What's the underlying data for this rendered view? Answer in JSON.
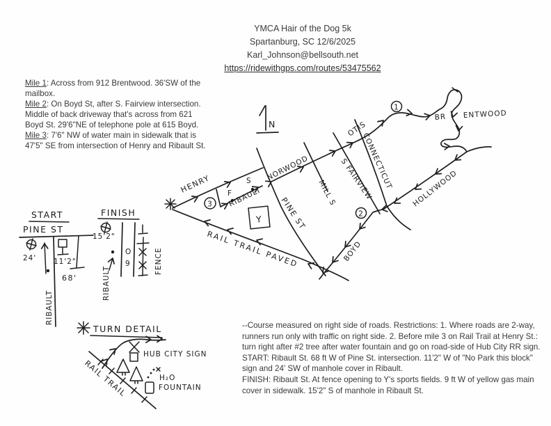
{
  "header": {
    "title": "YMCA Hair of the Dog 5k",
    "location_date": "Spartanburg, SC 12/6/2025",
    "email": "Karl_Johnson@bellsouth.net",
    "url": "https://ridewithgps.com/routes/53475562"
  },
  "mile_notes": [
    {
      "label": "Mile 1",
      "text": ": Across from 912 Brentwood.  36'SW of the mailbox."
    },
    {
      "label": "Mile 2",
      "text": ":  On Boyd St, after S. Fairview intersection. Middle of back driveway that's across from 621 Boyd St.  29'6\"NE of telephone pole at 615 Boyd."
    },
    {
      "label": "Mile 3",
      "text": ":  7'6\" NW of water main in sidewalk that is 47'5\" SE from intersection of Henry and Ribault St."
    }
  ],
  "course_notes": [
    "--Course measured on right side of roads.  Restrictions:  1.  Where roads are 2-way,",
    "runners run only with traffic on right side. 2. Before mile 3 on Rail Trail at Henry St.:",
    "turn right after #2 tree after water fountain and go on road-side of Hub City RR sign.",
    "START:  Ribault St.  68 ft W of Pine St. intersection.  11'2\" W of \"No Park this block\"",
    "sign and 24' SW of manhole cover in Ribault.",
    "FINISH: Ribault St. At fence opening to Y's sports fields.  9 ft W of yellow gas main",
    "cover in sidewalk.  15'2\" S of manhole in Ribault St."
  ],
  "map": {
    "north_label": "N",
    "streets": {
      "henry": "HENRY",
      "norwood": "NORWOOD",
      "otis": "OTIS",
      "brentwood_left": "BR",
      "brentwood_right": "ENTWOOD",
      "connecticut": "CONNECTICUT",
      "s_fairview": "S FAIRVIEW",
      "mill_s": "MILL S",
      "hollywood": "HOLLYWOOD",
      "pine": "PINE ST",
      "ribault": "RIBAULT",
      "boyd": "BOYD",
      "rail_trail": "RAIL TRAIL PAVED"
    },
    "markers": {
      "mile1": "1",
      "mile2": "2",
      "mile3": "3",
      "start": "S",
      "finish": "F",
      "ymca": "Y"
    }
  },
  "start_detail": {
    "title": "START",
    "street": "PINE ST",
    "manhole_dist": "24'",
    "sign_dist": "11'2\"",
    "total_dist": "68'",
    "cross_street": "RIBAULT"
  },
  "finish_detail": {
    "title": "FINISH",
    "manhole_dist": "15'2\"",
    "cross_street": "RIBAULT",
    "gas_main": "O",
    "gas_dist": "9",
    "fence_label": "FENCE"
  },
  "turn_detail": {
    "title": "TURN DETAIL",
    "trail_label": "RAIL TRAIL",
    "sign_label": "HUB CITY SIGN",
    "fountain_line1": "H₂O",
    "fountain_line2": "FOUNTAIN"
  },
  "colors": {
    "ink": "#1f1f1f",
    "printed_text": "#3a3a3a",
    "paper": "#fefefe"
  }
}
